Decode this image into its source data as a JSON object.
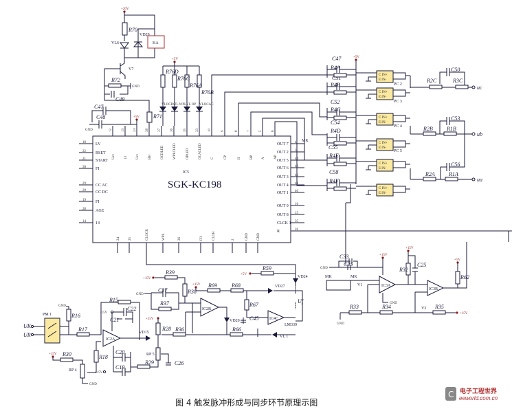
{
  "ic5": {
    "name": "IC5",
    "part": "SGK-KC198",
    "top_pins": [
      {
        "num": "12",
        "label": "Ucc"
      },
      {
        "num": "13",
        "label": "13"
      },
      {
        "num": "24",
        "label": "Ucc"
      },
      {
        "num": "38",
        "label": "BH"
      },
      {
        "num": "37",
        "label": "OCDLED"
      },
      {
        "num": "36",
        "label": "WPLCLED"
      },
      {
        "num": "35",
        "label": "OPLED"
      },
      {
        "num": "33",
        "label": "OCACLED"
      },
      {
        "num": "10",
        "label": "C"
      },
      {
        "num": "9",
        "label": "CP"
      },
      {
        "num": "8",
        "label": "B"
      },
      {
        "num": "7",
        "label": "BP"
      },
      {
        "num": "5",
        "label": "A"
      },
      {
        "num": "6",
        "label": "AP"
      }
    ],
    "left_pins": [
      {
        "num": "18",
        "label": "LV"
      },
      {
        "num": "22",
        "label": "RSET"
      },
      {
        "num": "21",
        "label": "START"
      },
      {
        "num": "30",
        "label": "FI"
      },
      {
        "num": "29",
        "label": "CC AC"
      },
      {
        "num": "20",
        "label": "CC DC"
      },
      {
        "num": "19",
        "label": "FI"
      },
      {
        "num": "28",
        "label": "AGE"
      },
      {
        "num": "14",
        "label": "14"
      }
    ],
    "right_pins": [
      {
        "num": "4",
        "label": "OUT 7"
      },
      {
        "num": "3",
        "label": "OUT 2"
      },
      {
        "num": "44",
        "label": "OUT 5"
      },
      {
        "num": "43",
        "label": "OUT 6"
      },
      {
        "num": "42",
        "label": "OUT 3"
      },
      {
        "num": "41",
        "label": "OUT 4"
      },
      {
        "num": "40",
        "label": "OUT 1"
      },
      {
        "num": "16",
        "label": "OUT 9"
      },
      {
        "num": "15",
        "label": "OUT 8"
      },
      {
        "num": "35",
        "label": "CLCK 1"
      },
      {
        "num": "26",
        "label": "R"
      }
    ],
    "bottom_pins": [
      {
        "num": "",
        "label": "24"
      },
      {
        "num": "",
        "label": "25"
      },
      {
        "num": "",
        "label": "CLOCK"
      },
      {
        "num": "",
        "label": "WPL"
      },
      {
        "num": "",
        "label": "26"
      },
      {
        "num": "",
        "label": "FO"
      },
      {
        "num": "",
        "label": "CLOR"
      },
      {
        "num": "",
        "label": "2"
      },
      {
        "num": "",
        "label": "GND"
      },
      {
        "num": "",
        "label": "GND"
      }
    ]
  },
  "labels": {
    "v20": "+20V",
    "r70": "R70",
    "vd29": "VD29",
    "vl6": "VL6",
    "ka": "KA",
    "v7": "V7",
    "r72": "R72",
    "gnd": "GND",
    "c49": "C49",
    "c47a": "C47",
    "c48": "C48",
    "r71": "R71",
    "v5": "+5V",
    "r76d": "R76D",
    "r76c": "R76C",
    "r76a": "R76A",
    "r76b": "R76B",
    "vl_ocdc": "VLOCDC",
    "vl_wpl": "VL WPL",
    "vl_op": "VL OP",
    "vl_ocac": "VLOCAC",
    "c47": "C47",
    "r4a": "R4A",
    "c51": "C51",
    "r4b1": "R4B",
    "c52": "C52",
    "r4c": "R4C",
    "c54": "C54",
    "r4d": "R4D",
    "c55": "C55",
    "r4e": "R4E",
    "c58": "C58",
    "r4f": "R4F",
    "pc2": "PC 2",
    "pc3": "PC 3",
    "pc4": "PC 4",
    "pc5": "PC 5",
    "r2c": "R2C",
    "r3c": "R3C",
    "c50": "C50",
    "uc": "uc",
    "r2b": "R2B",
    "r1b": "R1B",
    "c53": "C53",
    "ub": "ub",
    "r2a": "R2A",
    "r1a": "R1A",
    "c56": "C56",
    "ua": "ua",
    "mk": "MK",
    "c33": "C33",
    "c35": "C35",
    "v15": "+15V",
    "mk1": "MK",
    "mk2": "MK",
    "v1": "V1",
    "ic3a": "IC3A",
    "r32": "R32",
    "c25": "C25",
    "ic3b": "IC3B",
    "r62": "R62",
    "r33": "R33",
    "r34": "R34",
    "v2": "V2",
    "r35": "R35",
    "r59": "R59",
    "vd24": "VD24",
    "r39": "R39",
    "r38": "R38",
    "c27": "C27",
    "r37": "R37",
    "r69": "R69",
    "r68": "R68",
    "vd27": "VD27",
    "uf": "Uf",
    "ic2b": "IC2B",
    "vd20": "VD20",
    "r67": "R67",
    "c45": "C45",
    "ic4c": "IC4C",
    "lm339": "LM339",
    "r66": "R66",
    "vl1": "VL 1",
    "pm1": "PM 1",
    "uk": "UK",
    "ug": "UR",
    "r16": "R16",
    "r17": "R17",
    "r15": "R15",
    "c22": "C22",
    "c21": "C21",
    "ic2a": "IC2A",
    "vm15": "-15V",
    "c20": "C20",
    "c19": "C19",
    "r18": "R18",
    "r30": "R30",
    "rp4": "RP 4",
    "vd15": "VD15",
    "r28": "R28",
    "rp5": "RP 5",
    "c26": "C26",
    "r29": "R29",
    "r36": "R36"
  },
  "caption": "图 4   触发脉冲形成与同步环节原理示图",
  "logo": {
    "cn": "电子工程世界",
    "url": "eeworld.com.cn"
  }
}
